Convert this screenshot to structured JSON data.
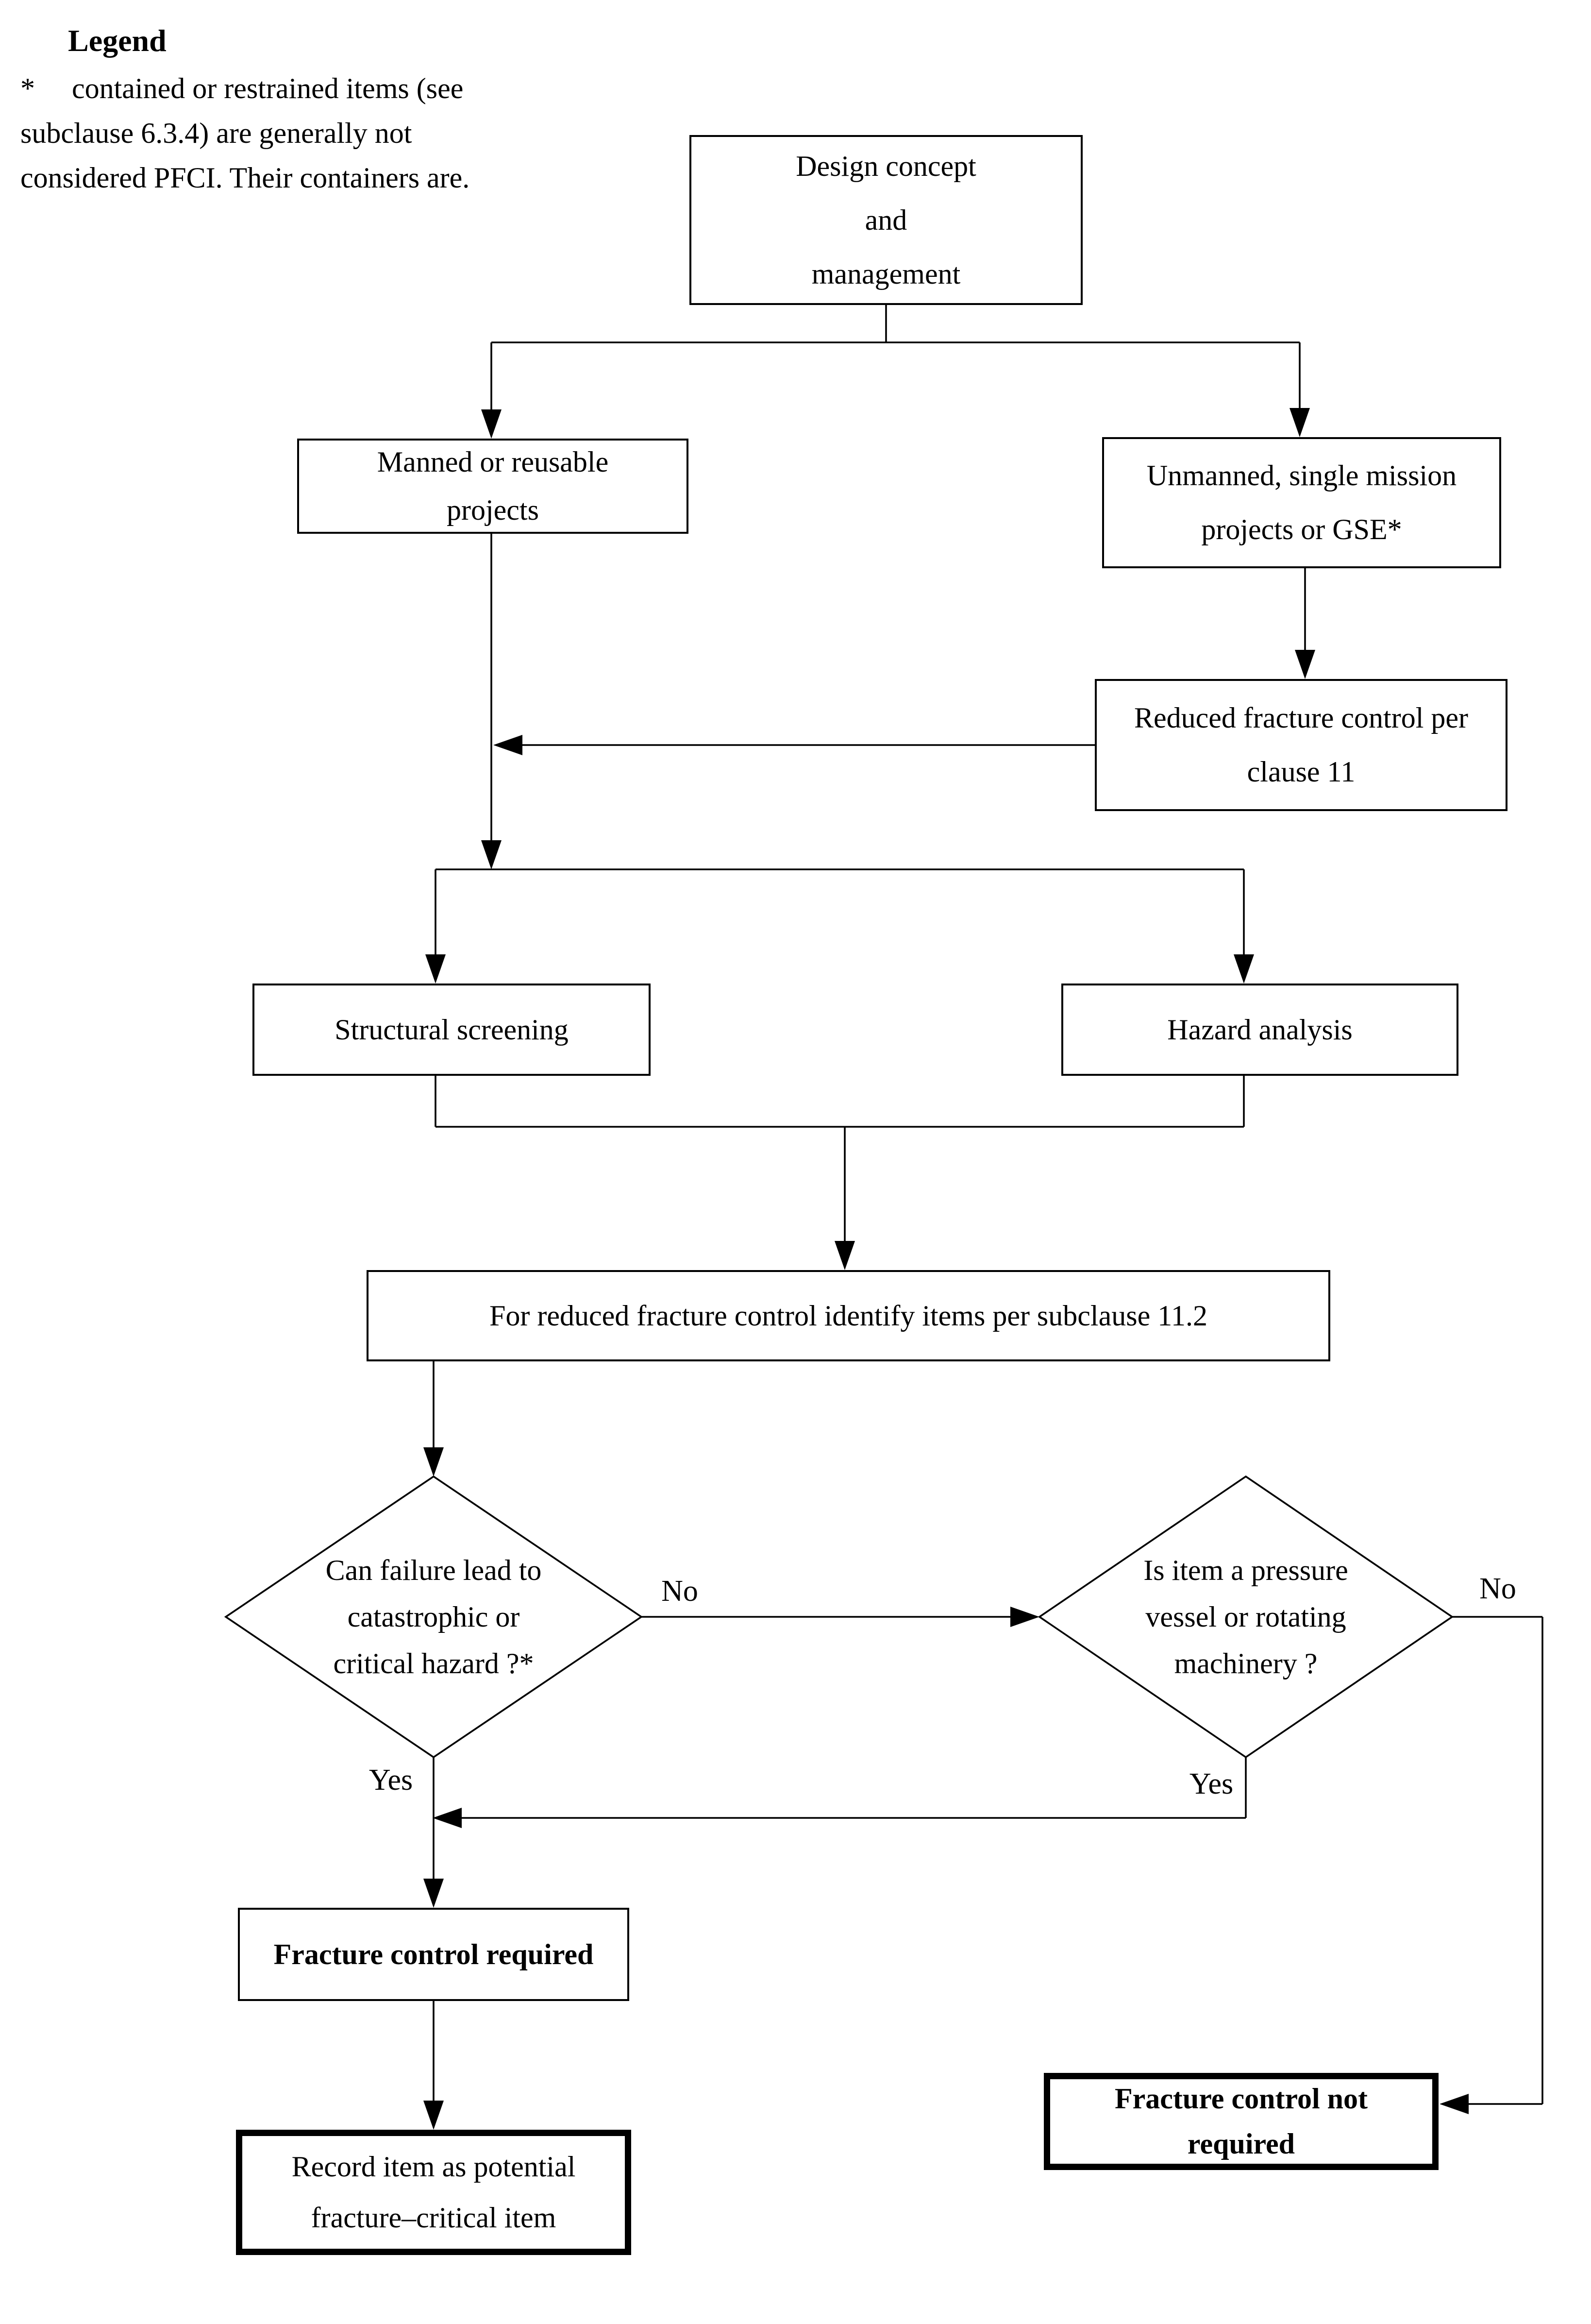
{
  "page": {
    "background_color": "#ffffff",
    "ink_color": "#000000"
  },
  "legend": {
    "title": "Legend",
    "star": "*",
    "lines": [
      "contained or restrained items (see",
      "subclause 6.3.4) are generally not",
      "considered PFCI. Their containers are."
    ]
  },
  "nodes": {
    "design": {
      "label": "Design concept\nand\nmanagement"
    },
    "manned": {
      "label": "Manned or reusable\nprojects"
    },
    "unmanned": {
      "label": "Unmanned, single mission\nprojects or GSE*"
    },
    "reduced": {
      "label": "Reduced fracture control per\nclause 11"
    },
    "structural": {
      "label": "Structural screening"
    },
    "hazard": {
      "label": "Hazard analysis"
    },
    "identify": {
      "label": "For reduced fracture control identify items per subclause 11.2"
    },
    "failure_decision": {
      "label": "Can failure lead to\ncatastrophic or\ncritical hazard ?*"
    },
    "pressure_decision": {
      "label": "Is item a pressure\nvessel or rotating\nmachinery ?"
    },
    "fc_required": {
      "label": "Fracture control required"
    },
    "fc_not_required": {
      "label": "Fracture control not\nrequired"
    },
    "record": {
      "label": "Record item as potential\nfracture–critical item"
    }
  },
  "edge_labels": {
    "failure_no": "No",
    "failure_yes": "Yes",
    "pressure_no": "No",
    "pressure_yes": "Yes"
  }
}
